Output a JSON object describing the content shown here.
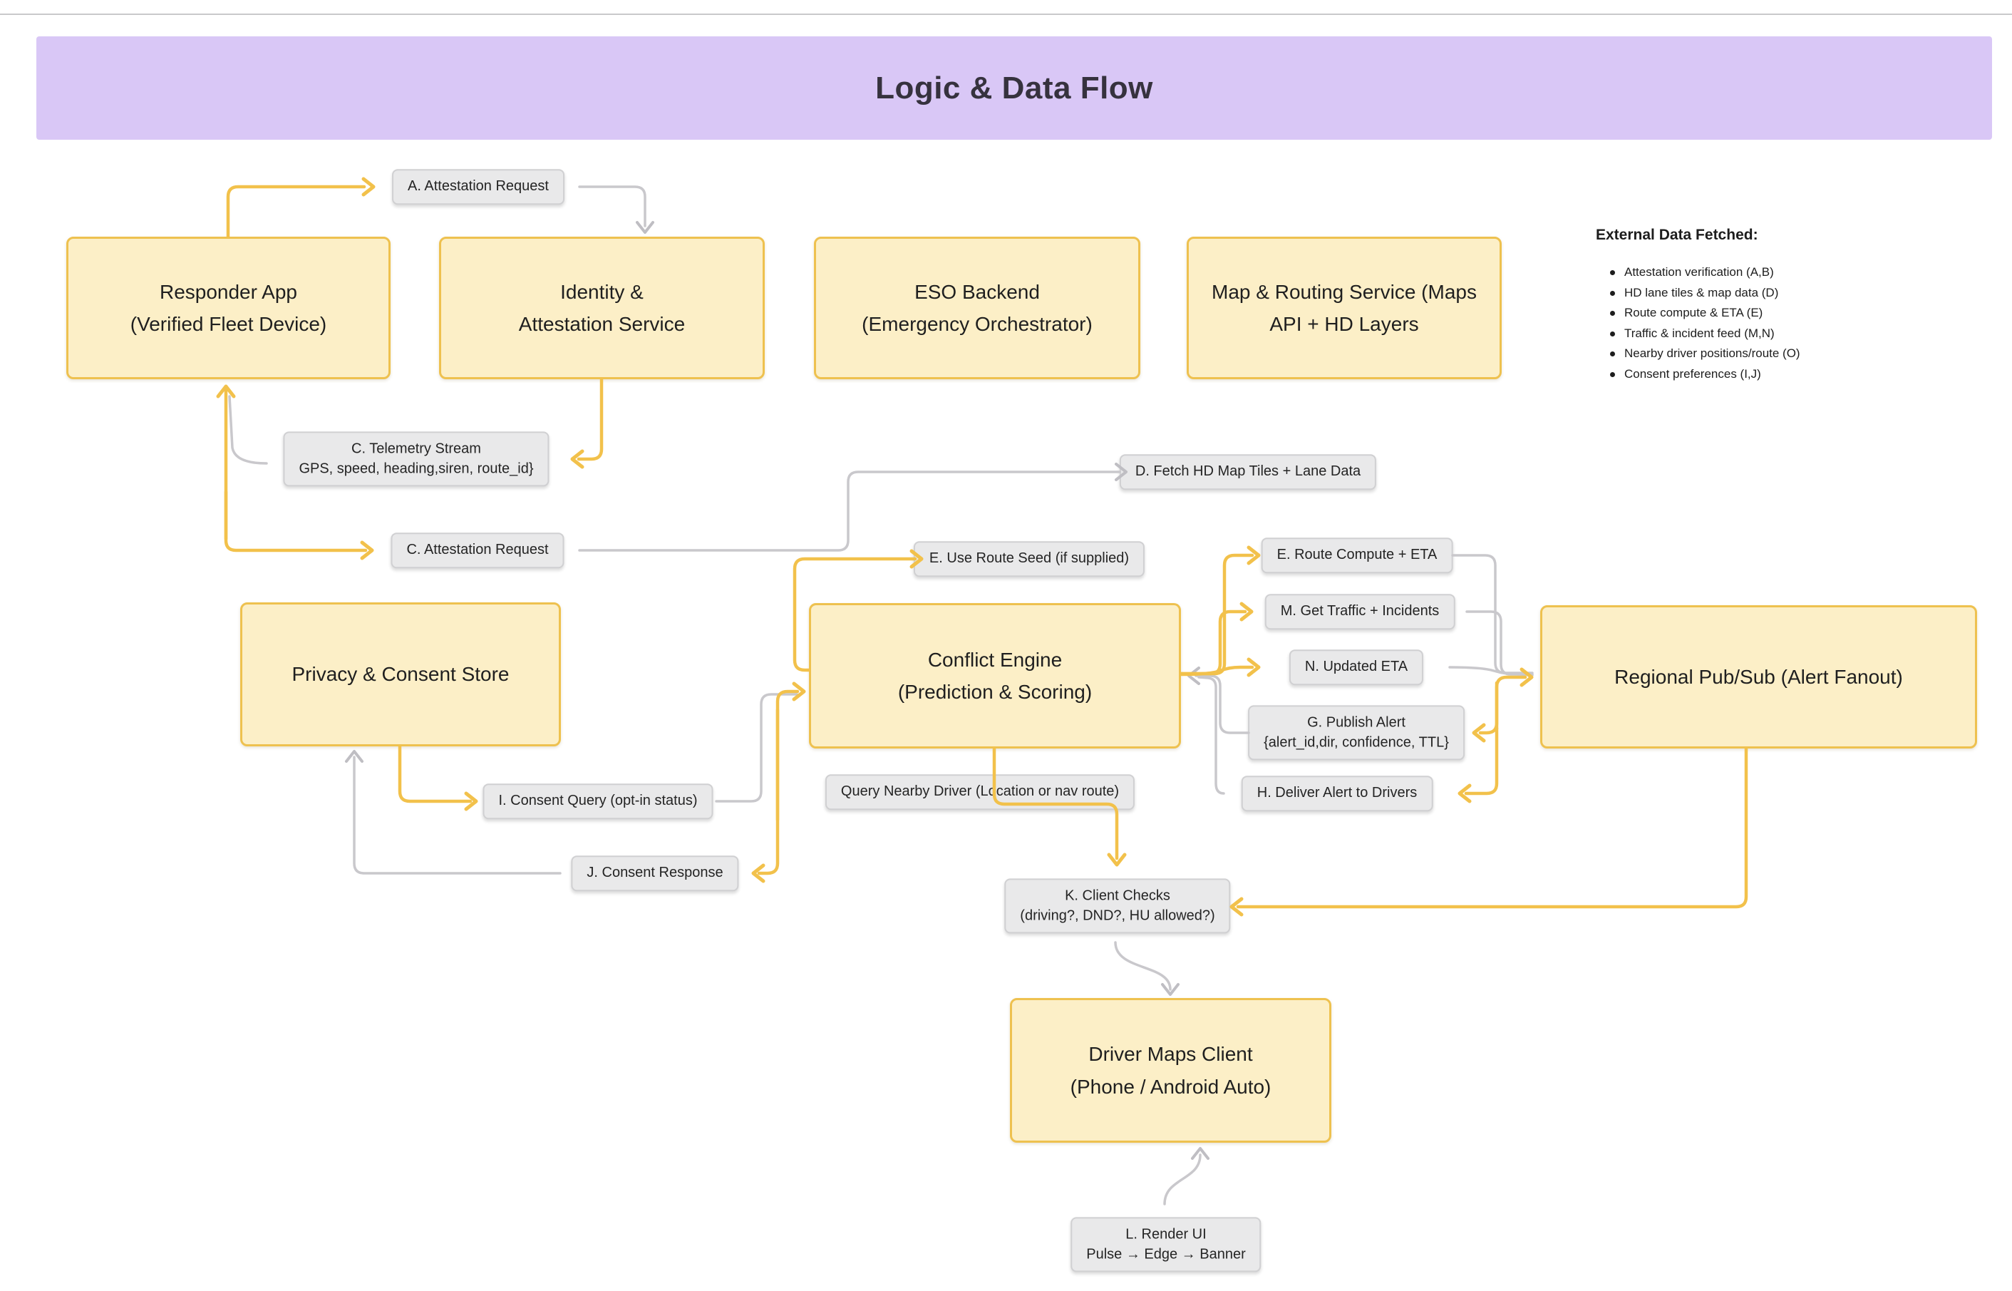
{
  "title": "Logic & Data Flow",
  "diagram": {
    "nodes": [
      {
        "id": "responder",
        "lines": [
          "Responder App",
          "(Verified Fleet Device)"
        ]
      },
      {
        "id": "identity",
        "lines": [
          "Identity &",
          "Attestation Service"
        ]
      },
      {
        "id": "eso",
        "lines": [
          "ESO Backend",
          "(Emergency Orchestrator)"
        ]
      },
      {
        "id": "map",
        "lines": [
          "Map & Routing Service (Maps",
          "API + HD Layers"
        ]
      },
      {
        "id": "privacy",
        "lines": [
          "Privacy & Consent Store"
        ]
      },
      {
        "id": "conflict",
        "lines": [
          "Conflict Engine",
          "(Prediction & Scoring)"
        ]
      },
      {
        "id": "regional",
        "lines": [
          "Regional Pub/Sub (Alert Fanout)"
        ]
      },
      {
        "id": "driver",
        "lines": [
          "Driver Maps Client",
          "(Phone / Android Auto)"
        ]
      }
    ],
    "labels": [
      {
        "id": "a-attestation-request",
        "lines": [
          "A. Attestation Request"
        ]
      },
      {
        "id": "c-telemetry-stream",
        "lines": [
          "C. Telemetry Stream",
          "GPS, speed, heading,siren, route_id}"
        ]
      },
      {
        "id": "c-attestation-request",
        "lines": [
          "C. Attestation Request"
        ]
      },
      {
        "id": "d-fetch-hd-map-tiles",
        "lines": [
          "D. Fetch HD Map Tiles + Lane Data"
        ]
      },
      {
        "id": "e-use-route-seed",
        "lines": [
          "E. Use Route Seed (if supplied)"
        ]
      },
      {
        "id": "e-route-compute",
        "lines": [
          "E. Route Compute + ETA"
        ]
      },
      {
        "id": "m-get-traffic",
        "lines": [
          "M. Get Traffic + Incidents"
        ]
      },
      {
        "id": "n-updated-eta",
        "lines": [
          "N. Updated ETA"
        ]
      },
      {
        "id": "g-publish-alert",
        "lines": [
          "G. Publish Alert",
          "{alert_id,dir, confidence, TTL}"
        ]
      },
      {
        "id": "h-deliver-alert",
        "lines": [
          "H. Deliver Alert to Drivers"
        ]
      },
      {
        "id": "i-consent-query",
        "lines": [
          "I. Consent Query (opt-in status)"
        ]
      },
      {
        "id": "j-consent-response",
        "lines": [
          "J. Consent Response"
        ]
      },
      {
        "id": "query-nearby-driver",
        "lines": [
          "Query Nearby Driver (Location or nav route)"
        ]
      },
      {
        "id": "k-client-checks",
        "lines": [
          "K. Client Checks",
          "(driving?, DND?, HU allowed?)"
        ]
      },
      {
        "id": "l-render-ui",
        "lines": [
          "L. Render UI",
          "Pulse → Edge → Banner"
        ]
      }
    ],
    "external_data": {
      "heading": "External Data Fetched:",
      "items": [
        "Attestation verification (A,B)",
        "HD lane tiles & map data (D)",
        "Route compute & ETA (E)",
        "Traffic & incident feed (M,N)",
        "Nearby driver positions/route (O)",
        "Consent preferences (I,J)"
      ]
    },
    "colors": {
      "accent_yellow": "#F2C14B",
      "node_fill": "#FCEFC7",
      "node_border": "#EEC14F",
      "label_fill": "#E9E9EA",
      "edge_gray": "#C9C8CC",
      "title_bg": "#D9C7F6"
    }
  }
}
